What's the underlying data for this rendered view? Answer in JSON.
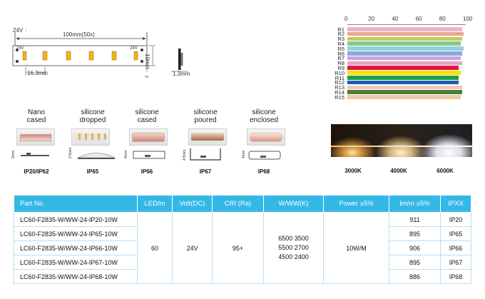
{
  "strip": {
    "voltage_tag": "24V",
    "length_label": "100mm(50x)",
    "pitch_label": "16.3mm",
    "width_label": "10mm",
    "thickness_label": "1.3mm",
    "pad_marks": [
      "24V",
      "24V",
      "-",
      "-"
    ]
  },
  "cri_chart": {
    "ticks": [
      "0",
      "20",
      "40",
      "60",
      "80",
      "100"
    ],
    "axis_max": 100,
    "rows": [
      {
        "label": "R1",
        "value": 97,
        "color": "#f2b2c6"
      },
      {
        "label": "R2",
        "value": 98,
        "color": "#e8a78e"
      },
      {
        "label": "R3",
        "value": 97,
        "color": "#c7c85c"
      },
      {
        "label": "R4",
        "value": 96,
        "color": "#86c98a"
      },
      {
        "label": "R5",
        "value": 98,
        "color": "#8fd3d8"
      },
      {
        "label": "R6",
        "value": 97,
        "color": "#8fa6de"
      },
      {
        "label": "R7",
        "value": 96,
        "color": "#c8a6dc"
      },
      {
        "label": "R8",
        "value": 97,
        "color": "#e6a0c4"
      },
      {
        "label": "R9",
        "value": 94,
        "color": "#e5173f"
      },
      {
        "label": "R10",
        "value": 96,
        "color": "#ffe000"
      },
      {
        "label": "R11",
        "value": 94,
        "color": "#1f9e4a"
      },
      {
        "label": "R12",
        "value": 94,
        "color": "#1d5bb8"
      },
      {
        "label": "R13",
        "value": 97,
        "color": "#f6c7b5"
      },
      {
        "label": "R14",
        "value": 97,
        "color": "#4b7d3c"
      },
      {
        "label": "R15",
        "value": 96,
        "color": "#f2c9a2"
      }
    ]
  },
  "protection": [
    {
      "line1": "Nano",
      "line2": "cased",
      "code": "IP20/IP62",
      "dim": "2mm"
    },
    {
      "line1": "silicone",
      "line2": "dropped",
      "code": "IP65",
      "dim": "2.5mm"
    },
    {
      "line1": "silicone",
      "line2": "cased",
      "code": "IP66",
      "dim": "4mm"
    },
    {
      "line1": "silicone",
      "line2": "poured",
      "code": "IP67",
      "dim": "4.5mm"
    },
    {
      "line1": "silicone",
      "line2": "enclosed",
      "code": "IP68",
      "dim": "4mm"
    }
  ],
  "cct": [
    "3000K",
    "4000K",
    "6000K"
  ],
  "table": {
    "headers": [
      "Part No.",
      "LED/m",
      "Volt(DC)",
      "CRI (Ra)",
      "W/WW(K)",
      "Power ±5%",
      "lm/m ±5%",
      "IPXX"
    ],
    "part_numbers": [
      "LC60-F2835-W/WW-24-IP20-10W",
      "LC60-F2835-W/WW-24-IP65-10W",
      "LC60-F2835-W/WW-24-IP66-10W",
      "LC60-F2835-W/WW-24-IP67-10W",
      "LC60-F2835-W/WW-24-IP68-10W"
    ],
    "led_per_m": "60",
    "volt": "24V",
    "cri": "95+",
    "ww_lines": [
      "6500 3500",
      "5500 2700",
      "4500 2400"
    ],
    "power": "10W/M",
    "lumens": [
      "911",
      "895",
      "906",
      "895",
      "886"
    ],
    "ipxx": [
      "IP20",
      "IP65",
      "IP66",
      "IP67",
      "IP68"
    ]
  }
}
